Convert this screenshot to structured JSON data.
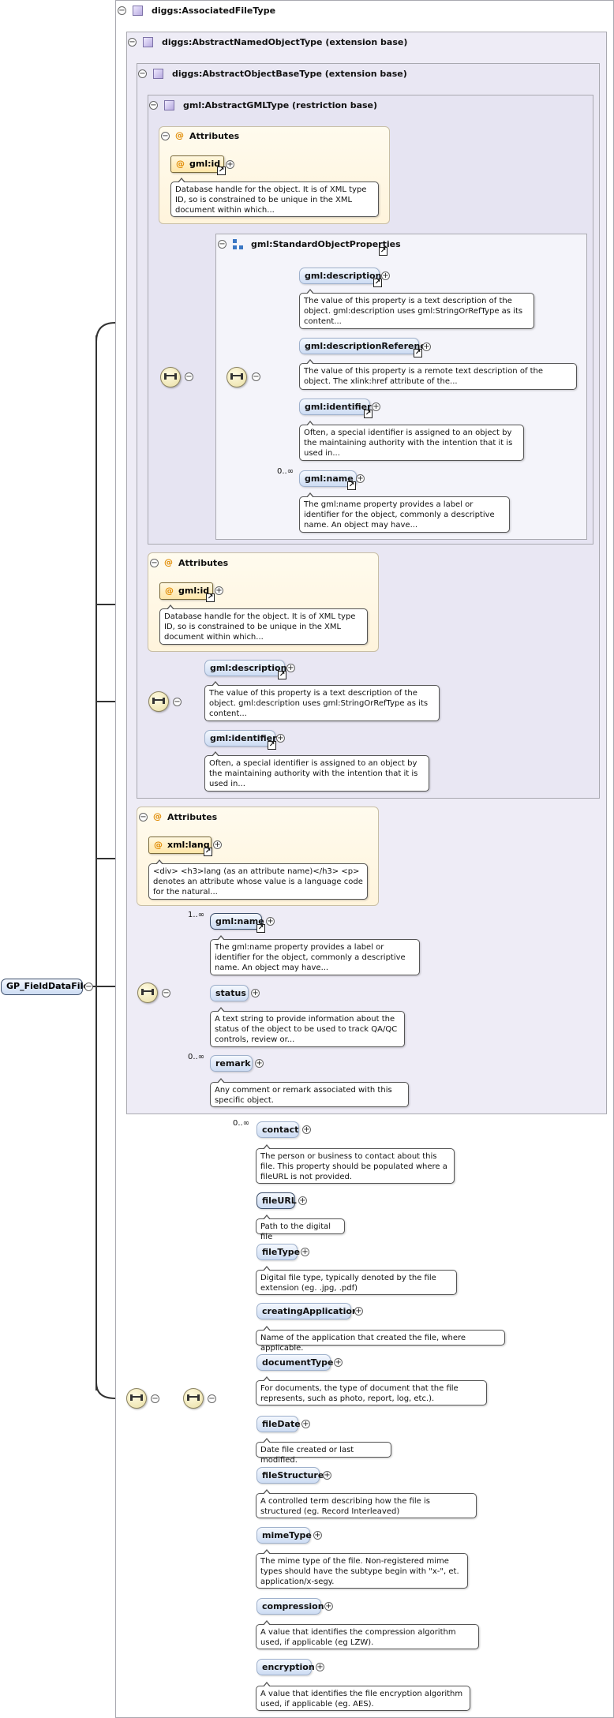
{
  "root": {
    "name": "GP_FieldDataFile"
  },
  "types": {
    "associated": "diggs:AssociatedFileType",
    "named": "diggs:AbstractNamedObjectType (extension base)",
    "base": "diggs:AbstractObjectBaseType (extension base)",
    "gml": "gml:AbstractGMLType (restriction base)",
    "std_props": "gml:StandardObjectProperties"
  },
  "attributes_label": "Attributes",
  "gml_type": {
    "attr": {
      "name": "gml:id",
      "desc": "Database handle for the object. It is of XML type ID, so is constrained to be unique in the XML document within which..."
    },
    "std": [
      {
        "name": "gml:description",
        "desc": "The value of this property is a text description of the object. gml:description uses gml:StringOrRefType as its content...",
        "mult": ""
      },
      {
        "name": "gml:descriptionReference",
        "desc": "The value of this property is a remote text description of the object. The xlink:href attribute of the...",
        "mult": ""
      },
      {
        "name": "gml:identifier",
        "desc": "Often, a special identifier is assigned to an object by the maintaining authority with the intention that it is used in...",
        "mult": ""
      },
      {
        "name": "gml:name",
        "desc": "The gml:name property provides a label or identifier for the object, commonly a descriptive name. An object may have...",
        "mult": "0..∞"
      }
    ]
  },
  "base_type": {
    "attr": {
      "name": "gml:id",
      "desc": "Database handle for the object. It is of XML type ID, so is constrained to be unique in the XML document within which..."
    },
    "elements": [
      {
        "name": "gml:description",
        "desc": "The value of this property is a text description of the object. gml:description uses gml:StringOrRefType as its content..."
      },
      {
        "name": "gml:identifier",
        "desc": "Often, a special identifier is assigned to an object by the maintaining authority with the intention that it is used in..."
      }
    ]
  },
  "named_type": {
    "attr": {
      "name": "xml:lang",
      "desc": "<div> <h3>lang (as an attribute name)</h3> <p> denotes an attribute whose value is a language code for the natural..."
    },
    "elements": [
      {
        "name": "gml:name",
        "mult": "1..∞",
        "desc": "The gml:name property provides a label or identifier for the object, commonly a descriptive name. An object may have..."
      },
      {
        "name": "status",
        "mult": "",
        "desc": "A text string to provide information about the status of the object to be used to track QA/QC controls, review or..."
      },
      {
        "name": "remark",
        "mult": "0..∞",
        "desc": "Any comment or remark associated with this specific object."
      }
    ]
  },
  "file_elements": [
    {
      "name": "contact",
      "mult": "0..∞",
      "desc": "The person or business to contact about this file. This property should be populated where a fileURL is not provided."
    },
    {
      "name": "fileURL",
      "mult": "",
      "desc": "Path to the digital file"
    },
    {
      "name": "fileType",
      "mult": "",
      "desc": "Digital file type, typically denoted by the file extension (eg. .jpg, .pdf)"
    },
    {
      "name": "creatingApplication",
      "mult": "",
      "desc": "Name of the application that created the file, where applicable."
    },
    {
      "name": "documentType",
      "mult": "",
      "desc": "For documents, the type of document that the file represents, such as photo, report, log, etc.)."
    },
    {
      "name": "fileDate",
      "mult": "",
      "desc": "Date file created or last modified."
    },
    {
      "name": "fileStructure",
      "mult": "",
      "desc": "A controlled term describing how the file is structured (eg. Record Interleaved)"
    },
    {
      "name": "mimeType",
      "mult": "",
      "desc": "The mime type of the file. Non-registered mime types should have the subtype begin with \"x-\", et. application/x-segy."
    },
    {
      "name": "compression",
      "mult": "",
      "desc": "A value that identifies the compression algorithm used, if applicable (eg LZW)."
    },
    {
      "name": "encryption",
      "mult": "",
      "desc": "A value that identifies the file encryption algorithm used, if applicable (eg. AES)."
    }
  ]
}
